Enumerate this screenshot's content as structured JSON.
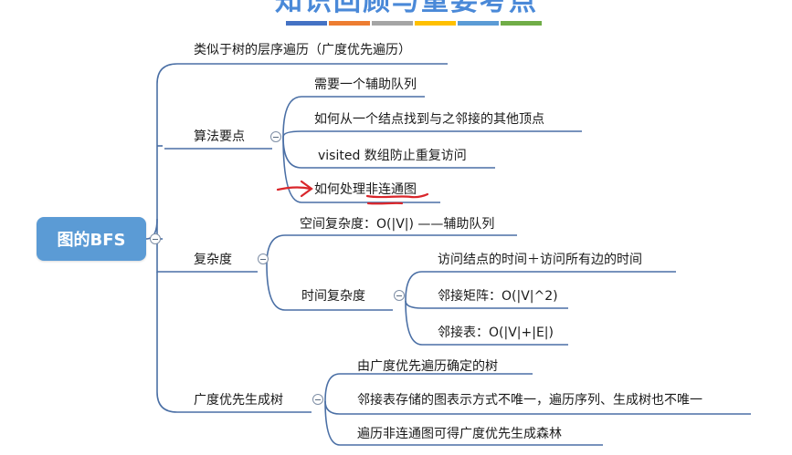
{
  "header": {
    "title": "知识回顾与重要考点",
    "strip_colors": [
      "#4472c4",
      "#ed7d31",
      "#a5a5a5",
      "#ffc000",
      "#5b9bd5",
      "#70ad47"
    ]
  },
  "colors": {
    "root_fill": "#5b9bd5",
    "branch_line": "#4a6fa5",
    "annotation": "#d9262b"
  },
  "mindmap": {
    "root": "图的BFS",
    "nodes": {
      "tree_like": "类似于树的层序遍历（广度优先遍历）",
      "algo_points": "算法要点",
      "algo_queue": "需要一个辅助队列",
      "algo_find": "如何从一个结点找到与之邻接的其他顶点",
      "algo_visited": "visited 数组防止重复访问",
      "algo_unconnected": "如何处理非连通图",
      "complexity": "复杂度",
      "space": "空间复杂度：O(|V|) ——辅助队列",
      "time": "时间复杂度",
      "time_visit": "访问结点的时间＋访问所有边的时间",
      "time_matrix": "邻接矩阵：O(|V|^2)",
      "time_list": "邻接表：O(|V|+|E|)",
      "spanning": "广度优先生成树",
      "span_defined": "由广度优先遍历确定的树",
      "span_unique": "邻接表存储的图表示方式不唯一，遍历序列、生成树也不唯一",
      "span_forest": "遍历非连通图可得广度优先生成森林"
    }
  }
}
